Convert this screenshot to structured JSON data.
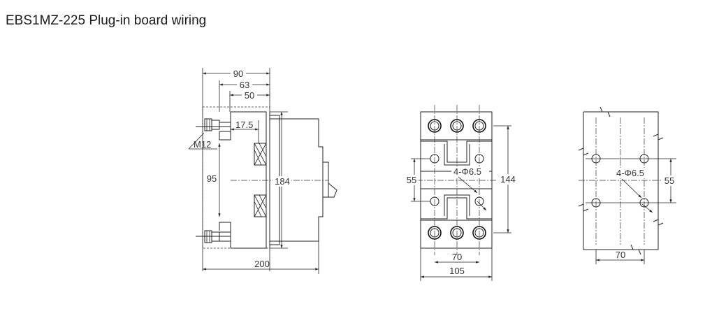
{
  "page": {
    "title": "EBS1MZ-225 Plug-in board wiring"
  },
  "side_view": {
    "d90": "90",
    "d63": "63",
    "d50": "50",
    "d17_5": "17.5",
    "m12": "M12",
    "d95": "95",
    "d184": "184",
    "d200": "200"
  },
  "front_view": {
    "d55": "55",
    "d144": "144",
    "holes": "4-Φ6.5",
    "d70": "70",
    "d105": "105"
  },
  "panel_cutout": {
    "holes": "4-Φ6.5",
    "d55": "55",
    "d70": "70"
  }
}
